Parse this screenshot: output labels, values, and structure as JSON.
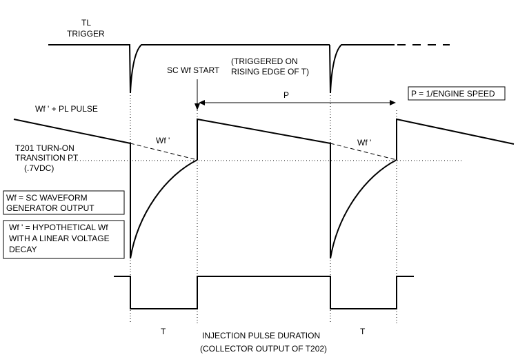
{
  "labels": {
    "tl": "TL",
    "trigger": "TRIGGER",
    "sc_wf_start": "SC Wf START",
    "triggered_line1": "(TRIGGERED ON",
    "triggered_line2": "RISING EDGE OF T)",
    "p": "P",
    "p_def": "P = 1/ENGINE SPEED",
    "wf_pl_pulse": "Wf ' + PL PULSE",
    "wf_prime_1": "Wf '",
    "wf_prime_2": "Wf '",
    "t201_line1": "T201 TURN-ON",
    "t201_line2": "TRANSITION PT",
    "t201_line3": "(.7VDC)",
    "wf_def_line1": "Wf = SC WAVEFORM",
    "wf_def_line2": "GENERATOR OUTPUT",
    "wfp_def_line1": "Wf ' = HYPOTHETICAL Wf",
    "wfp_def_line2": "WITH A LINEAR VOLTAGE",
    "wfp_def_line3": "DECAY",
    "t_left": "T",
    "t_right": "T",
    "inj_line1": "INJECTION PULSE DURATION",
    "inj_line2": "(COLLECTOR OUTPUT OF T202)"
  }
}
